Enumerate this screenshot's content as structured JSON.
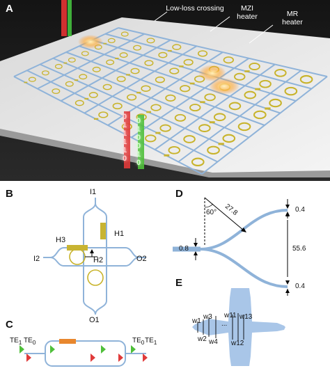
{
  "panels": {
    "a": "A",
    "b": "B",
    "c": "C",
    "d": "D",
    "e": "E"
  },
  "panel_a": {
    "callouts": {
      "crossing": "Low-loss crossing",
      "mzi_line1": "MZI",
      "mzi_line2": "heater",
      "mr_line1": "MR",
      "mr_line2": "heater"
    },
    "bits_red": [
      "0",
      "1",
      "1",
      "1",
      "1",
      "0"
    ],
    "bits_green": [
      "0",
      "1",
      "0",
      "0",
      "1",
      "0"
    ]
  },
  "panel_b": {
    "i1": "I1",
    "i2": "I2",
    "o1": "O1",
    "o2": "O2",
    "h1": "H1",
    "h2": "H2",
    "h3": "H3"
  },
  "panel_c": {
    "te1_left": "TE",
    "te1_left_sub": "1",
    "te0_left": "TE",
    "te0_left_sub": "0",
    "te0_right": "TE",
    "te0_right_sub": "0",
    "te1_right": "TE",
    "te1_right_sub": "1"
  },
  "panel_d": {
    "angle": "60°",
    "length": "27.8",
    "width_left": "0.8",
    "width_top": "0.4",
    "separation": "55.6",
    "width_bottom": "0.4"
  },
  "panel_e": {
    "w1": "w1",
    "w2": "w2",
    "w3": "w3",
    "w4": "w4",
    "dots": "...",
    "w11": "w11",
    "w12": "w12",
    "w13": "w13"
  },
  "colors": {
    "waveguide": "#8fb3d9",
    "ring": "#c8b32a",
    "heater": "#c8b432",
    "heater_active": "#e8872e",
    "red_beam": "#e03a3a",
    "green_beam": "#4fbf3a"
  }
}
